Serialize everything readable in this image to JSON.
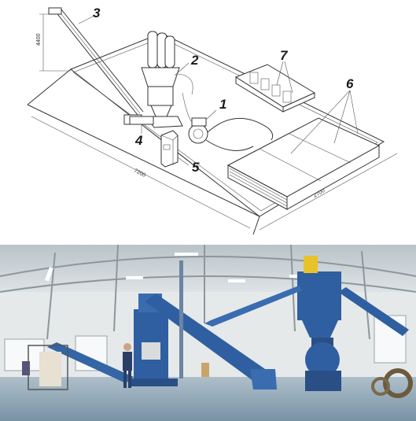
{
  "diagram": {
    "callouts": [
      {
        "id": "c1",
        "text": "1"
      },
      {
        "id": "c2",
        "text": "2"
      },
      {
        "id": "c3",
        "text": "3"
      },
      {
        "id": "c4",
        "text": "4"
      },
      {
        "id": "c5",
        "text": "5"
      },
      {
        "id": "c6",
        "text": "6"
      },
      {
        "id": "c7",
        "text": "7"
      }
    ],
    "dimensions": {
      "height": "4400",
      "length": "7200",
      "width": "2700"
    }
  },
  "colors": {
    "line": "#333333",
    "machine_blue": "#2f5fa0",
    "machine_yellow": "#e8c22a",
    "floor": "#8fa8b8",
    "wall": "#e6e9ea",
    "roof": "#cfd6da"
  }
}
